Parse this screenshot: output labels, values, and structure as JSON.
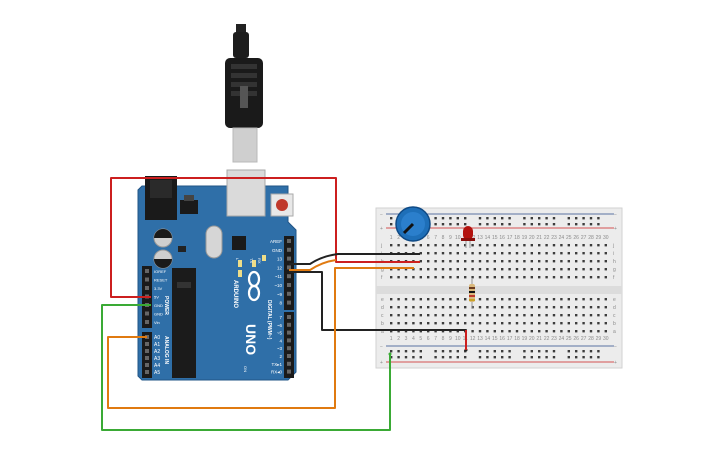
{
  "workspace": {
    "title": "",
    "background": "#ffffff"
  },
  "arduino": {
    "board_name": "UNO",
    "brand": "ARDUINO",
    "power_section": "POWER",
    "analog_section": "ANALOG IN",
    "digital_section": "DIGITAL (PWM~)",
    "on_label": "ON",
    "led_labels": [
      "L",
      "TX",
      "RX"
    ],
    "power_pins": [
      "IOREF",
      "RESET",
      "3.3V",
      "5V",
      "GND",
      "GND",
      "Vin"
    ],
    "analog_pins": [
      "A0",
      "A1",
      "A2",
      "A3",
      "A4",
      "A5"
    ],
    "digital_header_top": [
      "AREF",
      "GND",
      "13",
      "12",
      "~11",
      "~10",
      "~9",
      "8"
    ],
    "digital_header_bottom": [
      "7",
      "~6",
      "~5",
      "4",
      "~3",
      "2",
      "TX▸1",
      "RX◂0"
    ],
    "board_color": "#2f6fa8",
    "icon": "arduino-infinity-icon"
  },
  "usb_cable": {
    "icon": "usb-plug-icon"
  },
  "breadboard": {
    "row_letters_top": [
      "j",
      "i",
      "h",
      "g",
      "f"
    ],
    "row_letters_bottom": [
      "e",
      "d",
      "c",
      "b",
      "a"
    ],
    "rail_plus": "+",
    "rail_minus": "−",
    "column_numbers": [
      "1",
      "2",
      "3",
      "4",
      "5",
      "6",
      "7",
      "8",
      "9",
      "10",
      "11",
      "12",
      "13",
      "14",
      "15",
      "16",
      "17",
      "18",
      "19",
      "20",
      "21",
      "22",
      "23",
      "24",
      "25",
      "26",
      "27",
      "28",
      "29",
      "30"
    ]
  },
  "components": {
    "potentiometer": {
      "icon": "potentiometer-icon",
      "color": "#1e6fb8"
    },
    "led": {
      "icon": "led-red-icon",
      "color": "#b3130f"
    },
    "resistor": {
      "icon": "resistor-icon"
    }
  },
  "wires": {
    "red": "#cc1f1f",
    "black": "#222222",
    "orange": "#e07a10",
    "green": "#3aaa35"
  }
}
